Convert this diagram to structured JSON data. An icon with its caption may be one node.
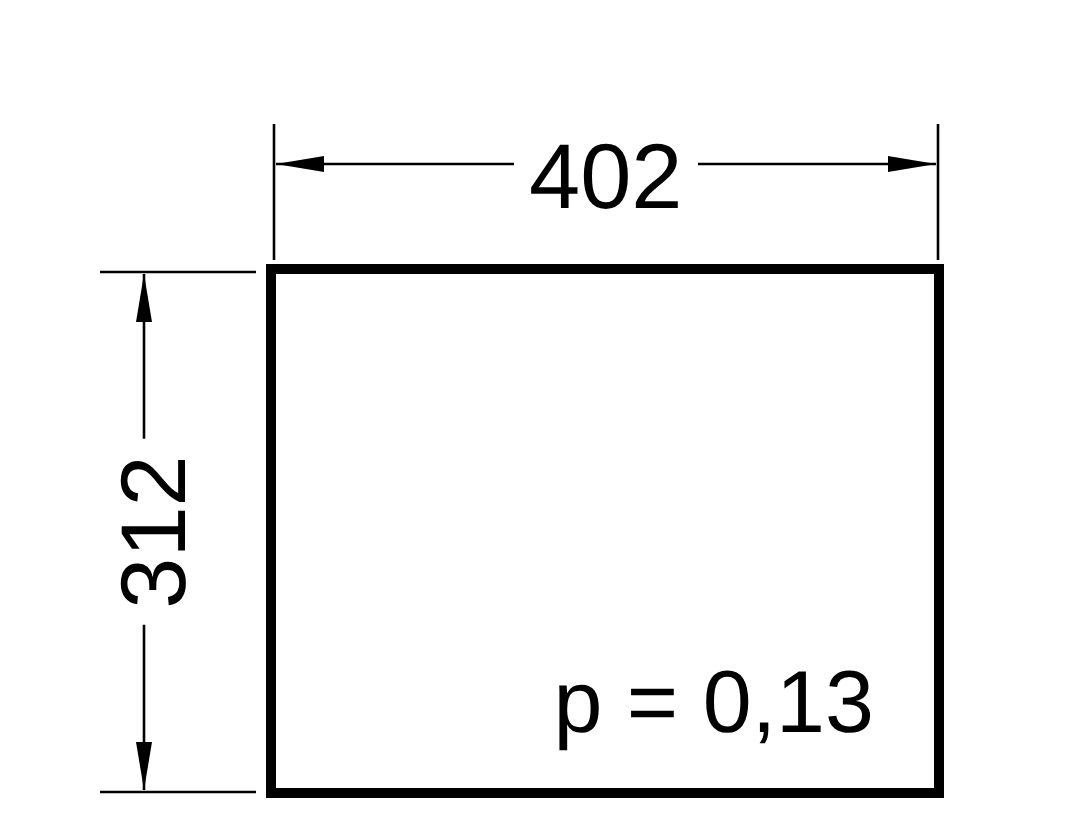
{
  "diagram": {
    "nodes": [
      {
        "text": [
          "p = 0,13"
        ]
      }
    ],
    "labels": [
      "402",
      "312"
    ]
  }
}
